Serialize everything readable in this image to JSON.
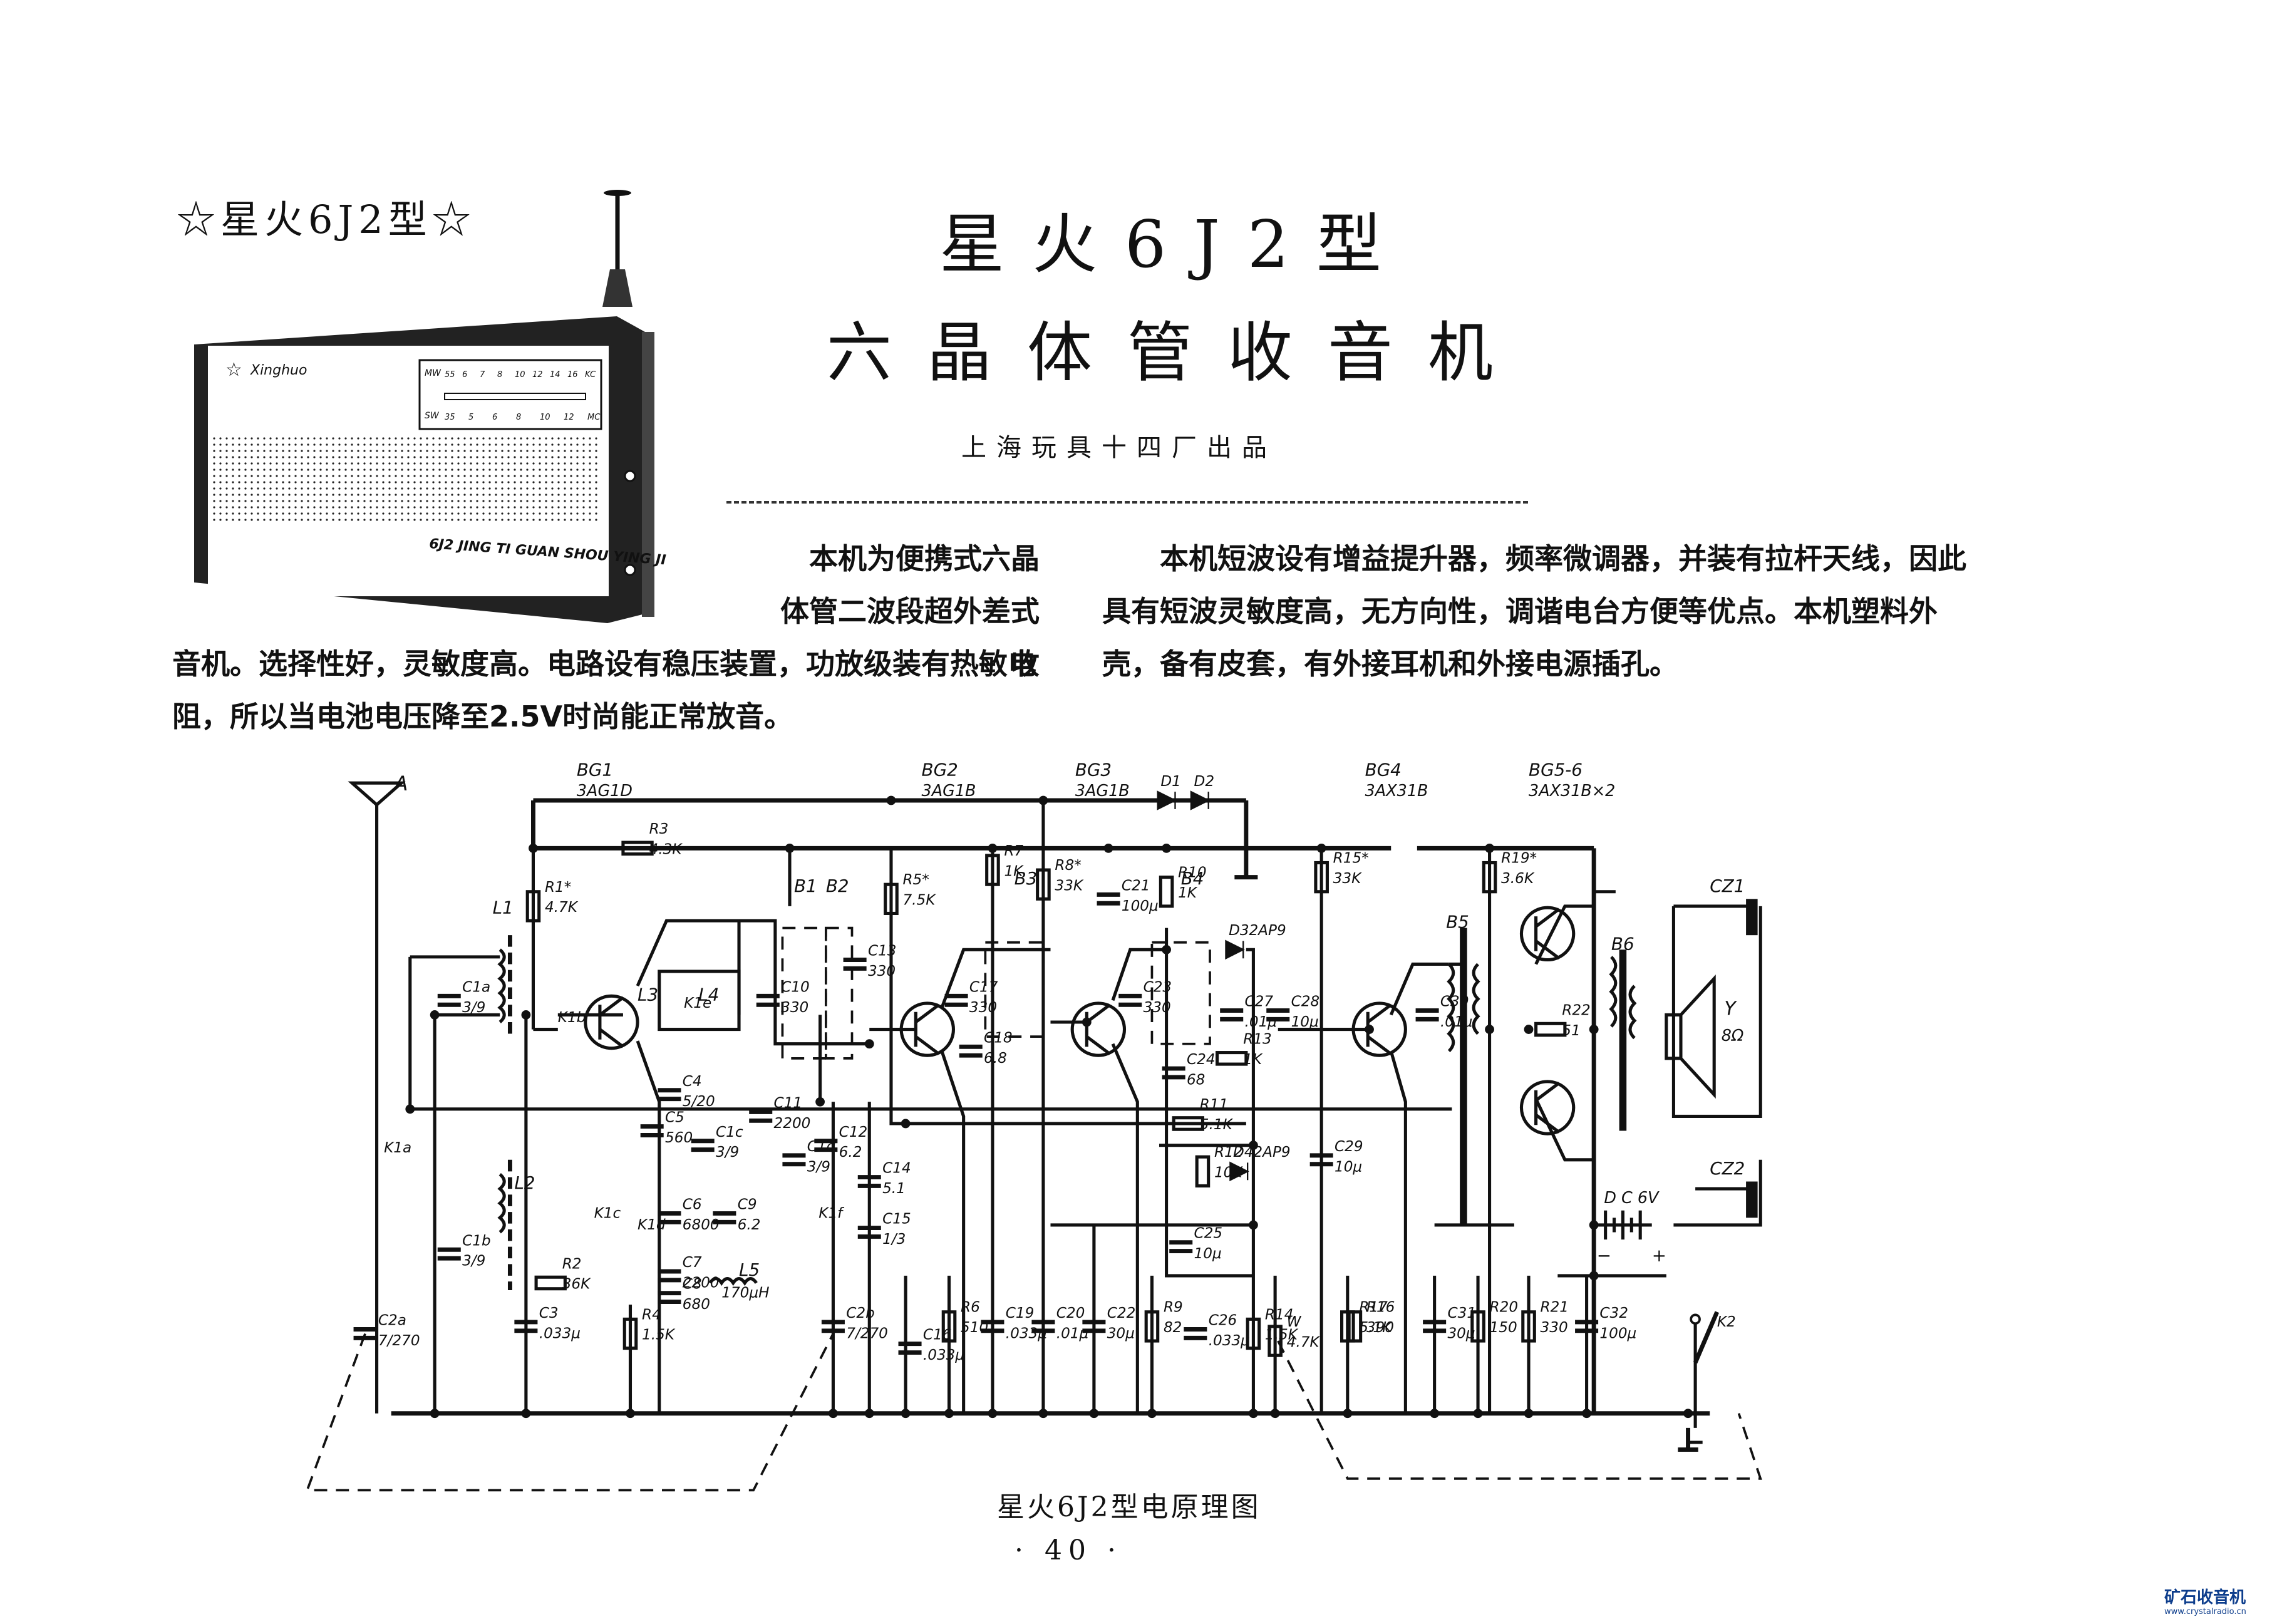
{
  "header": {
    "small_title": "☆星火6J2型☆",
    "main_title": "星火6J2型",
    "sub_title": "六晶体管收音机",
    "maker": "上海玩具十四厂出品"
  },
  "radio_illustration": {
    "brand_script": "Xinghuo",
    "dial_mw_label": "MW",
    "dial_mw_scale": [
      "55",
      "6",
      "7",
      "8",
      "10",
      "12",
      "14",
      "16",
      "KC"
    ],
    "dial_sw_label": "SW",
    "dial_sw_scale": [
      "35",
      "5",
      "6",
      "8",
      "10",
      "12",
      "MC"
    ],
    "front_text": "6J2 JING TI GUAN SHOU YING JI"
  },
  "intro": {
    "para1_lines": [
      "本机为便携式六晶",
      "体管二波段超外差式收"
    ],
    "para1_rest": "音机。选择性好，灵敏度高。电路设有稳压装置，功放级装有热敏电阻，所以当电池电压降至2.5V时尚能正常放音。",
    "para2": "本机短波设有增益提升器，频率微调器，并装有拉杆天线，因此具有短波灵敏度高，无方向性，调谐电台方便等优点。本机塑料外壳，备有皮套，有外接耳机和外接电源插孔。"
  },
  "schematic": {
    "caption": "星火6J2型电原理图",
    "antenna": "A",
    "transistors": [
      {
        "ref": "BG1",
        "type": "3AG1D"
      },
      {
        "ref": "BG2",
        "type": "3AG1B"
      },
      {
        "ref": "BG3",
        "type": "3AG1B"
      },
      {
        "ref": "BG4",
        "type": "3AX31B"
      },
      {
        "ref": "BG5-6",
        "type": "3AX31B×2"
      }
    ],
    "diodes": [
      {
        "ref": "D1",
        "value": ""
      },
      {
        "ref": "D2",
        "value": ""
      },
      {
        "ref": "D3",
        "value": "2AP9"
      },
      {
        "ref": "D4",
        "value": "2AP9"
      }
    ],
    "resistors": [
      {
        "ref": "R1*",
        "value": "4.7K"
      },
      {
        "ref": "R2",
        "value": "36K"
      },
      {
        "ref": "R3",
        "value": "4.3K"
      },
      {
        "ref": "R4",
        "value": "1.5K"
      },
      {
        "ref": "R5*",
        "value": "7.5K"
      },
      {
        "ref": "R6",
        "value": "510"
      },
      {
        "ref": "R7",
        "value": "1K"
      },
      {
        "ref": "R8*",
        "value": "33K"
      },
      {
        "ref": "R9",
        "value": "82"
      },
      {
        "ref": "R10",
        "value": "1K"
      },
      {
        "ref": "R11",
        "value": "5.1K"
      },
      {
        "ref": "R12",
        "value": "10K"
      },
      {
        "ref": "R13",
        "value": "1K"
      },
      {
        "ref": "R14",
        "value": "1.5K"
      },
      {
        "ref": "R15*",
        "value": "33K"
      },
      {
        "ref": "R16",
        "value": "390"
      },
      {
        "ref": "R17",
        "value": "5.1K"
      },
      {
        "ref": "R19*",
        "value": "3.6K"
      },
      {
        "ref": "R20",
        "value": "150"
      },
      {
        "ref": "R21",
        "value": "330"
      },
      {
        "ref": "R22",
        "value": "51"
      },
      {
        "ref": "W",
        "value": "4.7K"
      }
    ],
    "capacitors": [
      {
        "ref": "C1a",
        "value": "3/9"
      },
      {
        "ref": "C1b",
        "value": "3/9"
      },
      {
        "ref": "C1c",
        "value": "3/9"
      },
      {
        "ref": "C1d",
        "value": "3/9"
      },
      {
        "ref": "C2a",
        "value": "7/270"
      },
      {
        "ref": "C2b",
        "value": "7/270"
      },
      {
        "ref": "C3",
        "value": ".033μ"
      },
      {
        "ref": "C4",
        "value": "5/20"
      },
      {
        "ref": "C5",
        "value": "560"
      },
      {
        "ref": "C6",
        "value": "6800"
      },
      {
        "ref": "C7",
        "value": "2200"
      },
      {
        "ref": "C8",
        "value": "680"
      },
      {
        "ref": "C9",
        "value": "6.2"
      },
      {
        "ref": "C10",
        "value": "330"
      },
      {
        "ref": "C11",
        "value": "2200"
      },
      {
        "ref": "C12",
        "value": "6.2"
      },
      {
        "ref": "C13",
        "value": "330"
      },
      {
        "ref": "C14",
        "value": "5.1"
      },
      {
        "ref": "C15",
        "value": "1/3"
      },
      {
        "ref": "C16",
        "value": ".033μ"
      },
      {
        "ref": "C17",
        "value": "330"
      },
      {
        "ref": "C18",
        "value": "6.8"
      },
      {
        "ref": "C19",
        "value": ".033μ"
      },
      {
        "ref": "C20",
        "value": ".01μ"
      },
      {
        "ref": "C21",
        "value": "100μ"
      },
      {
        "ref": "C22",
        "value": "30μ"
      },
      {
        "ref": "C23",
        "value": "330"
      },
      {
        "ref": "C24",
        "value": "68"
      },
      {
        "ref": "C25",
        "value": "10μ"
      },
      {
        "ref": "C26",
        "value": ".033μ"
      },
      {
        "ref": "C27",
        "value": ".01μ"
      },
      {
        "ref": "C28",
        "value": "10μ"
      },
      {
        "ref": "C29",
        "value": "10μ"
      },
      {
        "ref": "C30",
        "value": ".01μ"
      },
      {
        "ref": "C31",
        "value": "30μ"
      },
      {
        "ref": "C32",
        "value": "100μ"
      }
    ],
    "coils": [
      "L1",
      "L2",
      "L3",
      "L4",
      "L5"
    ],
    "L5_value": "170μH",
    "transformers": [
      "B1",
      "B2",
      "B3",
      "B4",
      "B5",
      "B6"
    ],
    "switches": [
      "K1a",
      "K1b",
      "K1c",
      "K1d",
      "K1e",
      "K1f",
      "K2"
    ],
    "jacks": [
      "CZ1",
      "CZ2"
    ],
    "speaker": {
      "ref": "Y",
      "value": "8Ω"
    },
    "battery": {
      "label": "D C 6V",
      "minus": "−",
      "plus": "+"
    }
  },
  "footer": {
    "page_number": "· 40 ·"
  },
  "watermark": {
    "title": "矿石收音机",
    "url": "www.crystalradio.cn",
    "color": "#0d3d8c"
  }
}
